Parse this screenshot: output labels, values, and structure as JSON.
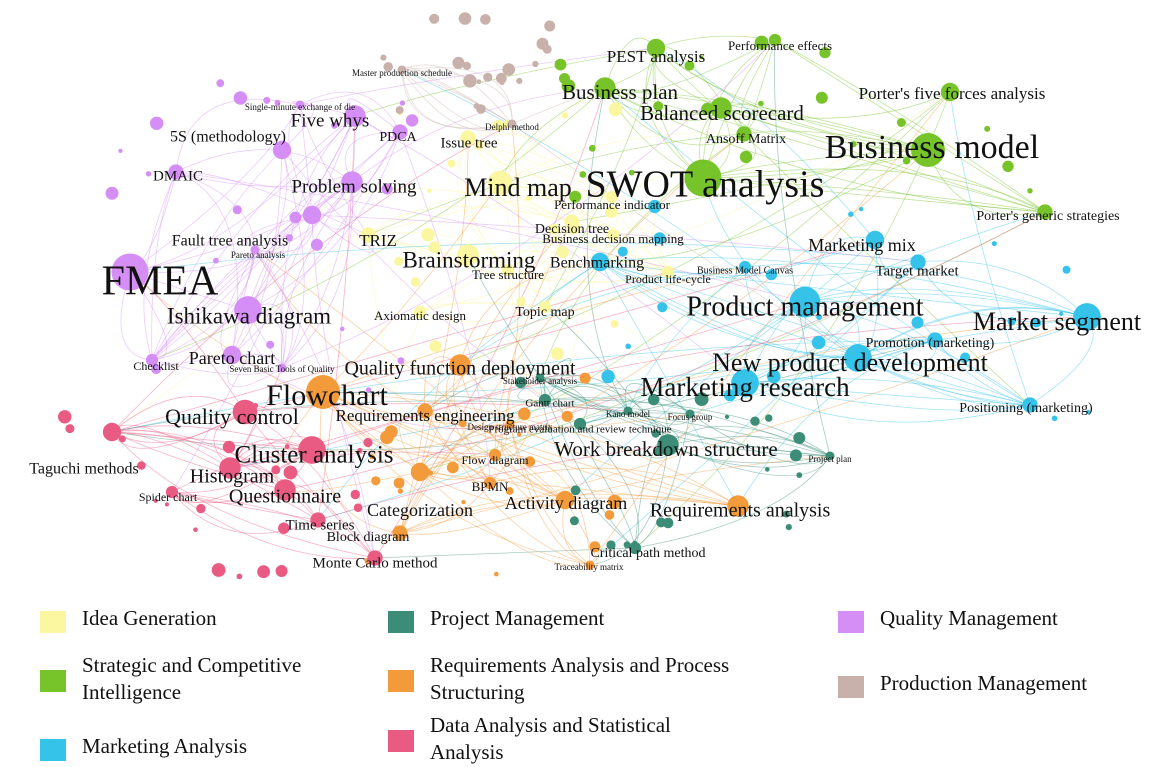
{
  "categories": [
    {
      "id": "idea",
      "label": "Idea Generation",
      "color": "#fbf7a0"
    },
    {
      "id": "strategy",
      "label": "Strategic and Competitive Intelligence",
      "color": "#77c42a"
    },
    {
      "id": "marketing",
      "label": "Marketing Analysis",
      "color": "#35c3ea"
    },
    {
      "id": "project",
      "label": "Project Management",
      "color": "#3b8d77"
    },
    {
      "id": "requirements",
      "label": "Requirements Analysis and Process Structuring",
      "color": "#f39a3b"
    },
    {
      "id": "data",
      "label": "Data Analysis and Statistical Analysis",
      "color": "#ea5b84"
    },
    {
      "id": "quality",
      "label": "Quality Management",
      "color": "#d58ef5"
    },
    {
      "id": "production",
      "label": "Production Management",
      "color": "#c9b1ab"
    }
  ],
  "nodes": [
    {
      "label": "SWOT analysis",
      "cat": "strategy",
      "weight": 10
    },
    {
      "label": "Business model",
      "cat": "strategy",
      "weight": 9
    },
    {
      "label": "Business plan",
      "cat": "strategy",
      "weight": 5
    },
    {
      "label": "Balanced scorecard",
      "cat": "strategy",
      "weight": 5
    },
    {
      "label": "PEST analysis",
      "cat": "strategy",
      "weight": 4
    },
    {
      "label": "Performance effects",
      "cat": "strategy",
      "weight": 2
    },
    {
      "label": "Porter's five forces analysis",
      "cat": "strategy",
      "weight": 4
    },
    {
      "label": "Ansoff Matrix",
      "cat": "strategy",
      "weight": 3
    },
    {
      "label": "Porter's generic strategies",
      "cat": "strategy",
      "weight": 3
    },
    {
      "label": "Mind map",
      "cat": "idea",
      "weight": 6
    },
    {
      "label": "Brainstorming",
      "cat": "idea",
      "weight": 5
    },
    {
      "label": "TRIZ",
      "cat": "idea",
      "weight": 3
    },
    {
      "label": "Issue tree",
      "cat": "idea",
      "weight": 3
    },
    {
      "label": "Decision tree",
      "cat": "idea",
      "weight": 3
    },
    {
      "label": "Business decision mapping",
      "cat": "idea",
      "weight": 2
    },
    {
      "label": "Tree structure",
      "cat": "idea",
      "weight": 2
    },
    {
      "label": "Topic map",
      "cat": "idea",
      "weight": 2
    },
    {
      "label": "Axiomatic design",
      "cat": "idea",
      "weight": 2
    },
    {
      "label": "Performance indicator",
      "cat": "idea",
      "weight": 2
    },
    {
      "label": "Product life-cycle",
      "cat": "idea",
      "weight": 2
    },
    {
      "label": "Benchmarking",
      "cat": "marketing",
      "weight": 4
    },
    {
      "label": "Product management",
      "cat": "marketing",
      "weight": 8
    },
    {
      "label": "Market segment",
      "cat": "marketing",
      "weight": 7
    },
    {
      "label": "New product development",
      "cat": "marketing",
      "weight": 7
    },
    {
      "label": "Marketing research",
      "cat": "marketing",
      "weight": 7
    },
    {
      "label": "Marketing mix",
      "cat": "marketing",
      "weight": 4
    },
    {
      "label": "Target market",
      "cat": "marketing",
      "weight": 3
    },
    {
      "label": "Promotion (marketing)",
      "cat": "marketing",
      "weight": 3
    },
    {
      "label": "Positioning (marketing)",
      "cat": "marketing",
      "weight": 3
    },
    {
      "label": "Business Model Canvas",
      "cat": "marketing",
      "weight": 2
    },
    {
      "label": "Work breakdown structure",
      "cat": "project",
      "weight": 5
    },
    {
      "label": "Gantt chart",
      "cat": "project",
      "weight": 2
    },
    {
      "label": "Program evaluation and review technique",
      "cat": "project",
      "weight": 2
    },
    {
      "label": "Critical path method",
      "cat": "project",
      "weight": 2
    },
    {
      "label": "Project plan",
      "cat": "project",
      "weight": 1
    },
    {
      "label": "Kano model",
      "cat": "project",
      "weight": 1
    },
    {
      "label": "Focus group",
      "cat": "project",
      "weight": 1
    },
    {
      "label": "Stakeholder analysis",
      "cat": "project",
      "weight": 1
    },
    {
      "label": "Flowchart",
      "cat": "requirements",
      "weight": 9
    },
    {
      "label": "Quality function deployment",
      "cat": "requirements",
      "weight": 5
    },
    {
      "label": "Requirements engineering",
      "cat": "requirements",
      "weight": 3
    },
    {
      "label": "Requirements analysis",
      "cat": "requirements",
      "weight": 5
    },
    {
      "label": "Activity diagram",
      "cat": "requirements",
      "weight": 4
    },
    {
      "label": "Categorization",
      "cat": "requirements",
      "weight": 4
    },
    {
      "label": "Block diagram",
      "cat": "requirements",
      "weight": 3
    },
    {
      "label": "BPMN",
      "cat": "requirements",
      "weight": 2
    },
    {
      "label": "Flow diagram",
      "cat": "requirements",
      "weight": 2
    },
    {
      "label": "Design structure matrix",
      "cat": "requirements",
      "weight": 1
    },
    {
      "label": "Traceability matrix",
      "cat": "requirements",
      "weight": 1
    },
    {
      "label": "Cluster analysis",
      "cat": "data",
      "weight": 7
    },
    {
      "label": "Quality control",
      "cat": "data",
      "weight": 6
    },
    {
      "label": "Histogram",
      "cat": "data",
      "weight": 5
    },
    {
      "label": "Questionnaire",
      "cat": "data",
      "weight": 5
    },
    {
      "label": "Taguchi methods",
      "cat": "data",
      "weight": 4
    },
    {
      "label": "Time series",
      "cat": "data",
      "weight": 3
    },
    {
      "label": "Monte Carlo method",
      "cat": "data",
      "weight": 3
    },
    {
      "label": "Spider chart",
      "cat": "data",
      "weight": 2
    },
    {
      "label": "FMEA",
      "cat": "quality",
      "weight": 10
    },
    {
      "label": "Ishikawa diagram",
      "cat": "quality",
      "weight": 7
    },
    {
      "label": "Problem solving",
      "cat": "quality",
      "weight": 5
    },
    {
      "label": "Five whys",
      "cat": "quality",
      "weight": 5
    },
    {
      "label": "5S (methodology)",
      "cat": "quality",
      "weight": 4
    },
    {
      "label": "Fault tree analysis",
      "cat": "quality",
      "weight": 4
    },
    {
      "label": "Pareto chart",
      "cat": "quality",
      "weight": 4
    },
    {
      "label": "DMAIC",
      "cat": "quality",
      "weight": 3
    },
    {
      "label": "PDCA",
      "cat": "quality",
      "weight": 3
    },
    {
      "label": "Checklist",
      "cat": "quality",
      "weight": 2
    },
    {
      "label": "Seven Basic Tools of Quality",
      "cat": "quality",
      "weight": 1
    },
    {
      "label": "Single-minute exchange of die",
      "cat": "quality",
      "weight": 1
    },
    {
      "label": "Pareto analysis",
      "cat": "quality",
      "weight": 1
    },
    {
      "label": "Master production schedule",
      "cat": "production",
      "weight": 1
    },
    {
      "label": "Delphi method",
      "cat": "production",
      "weight": 1
    }
  ]
}
